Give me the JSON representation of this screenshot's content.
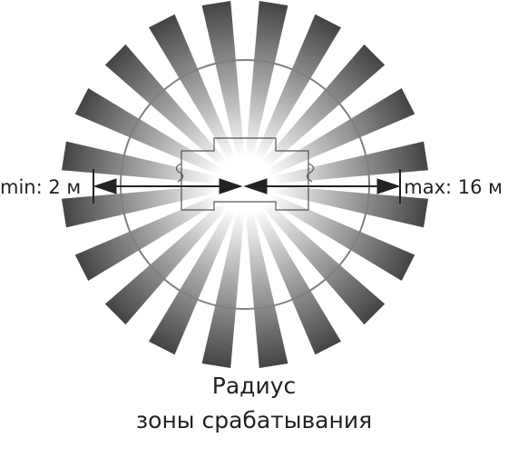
{
  "labels": {
    "min": "min: 2 м",
    "max": "max: 16 м"
  },
  "caption": {
    "line1": "Радиус",
    "line2": "зоны срабатывания"
  },
  "diagram": {
    "ray_count": 20,
    "colors": {
      "ray_outer": "#444444",
      "ray_inner": "#ffffff",
      "circle": "#808080",
      "arrow": "#222222",
      "sensor": "#555555"
    }
  }
}
